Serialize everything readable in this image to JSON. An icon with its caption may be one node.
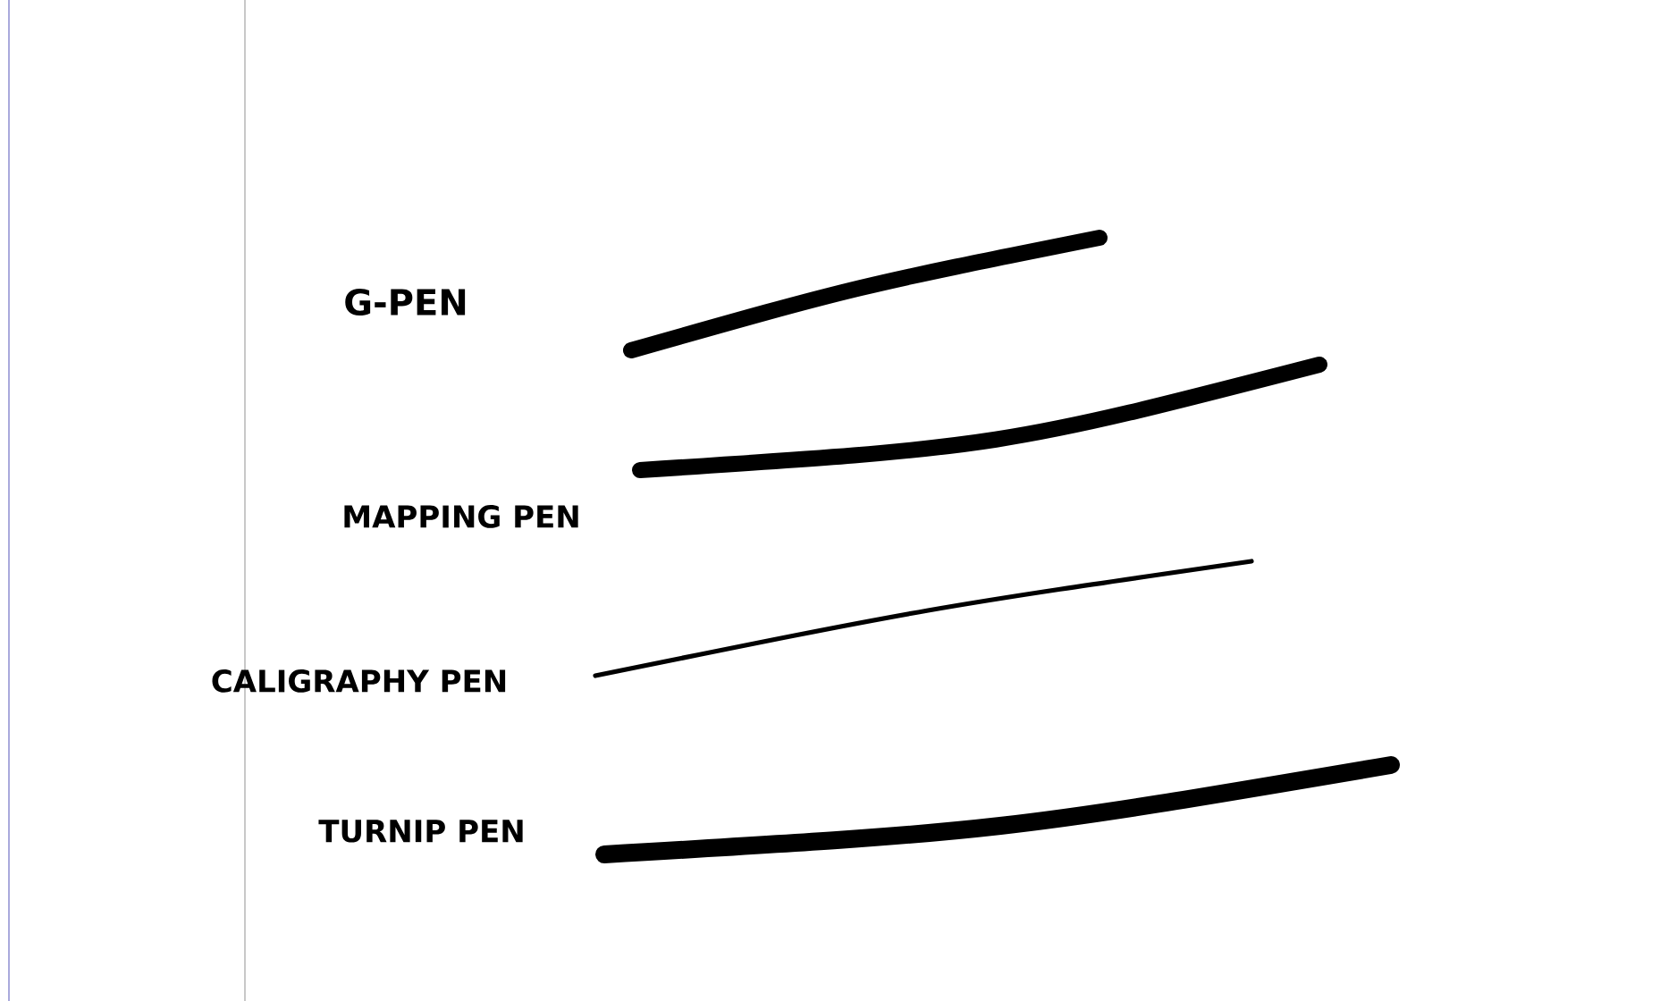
{
  "diagram": {
    "labels": [
      "G-PEN",
      "MAPPING PEN",
      "CALIGRAPHY PEN",
      "TURNIP PEN"
    ]
  }
}
